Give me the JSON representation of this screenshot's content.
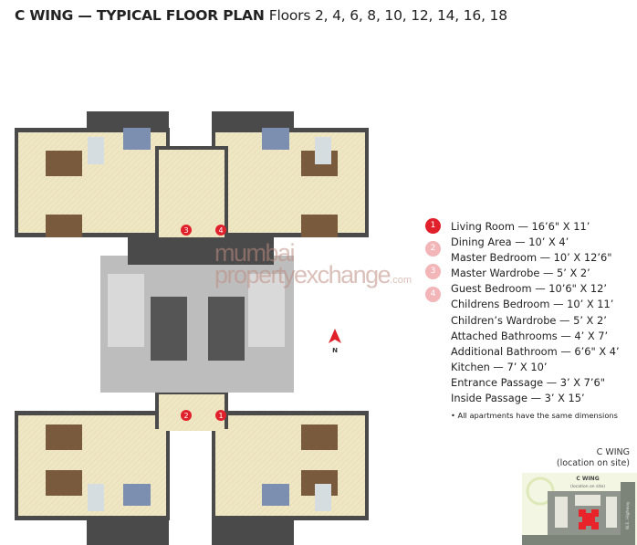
{
  "title": {
    "bold": "C WING — TYPICAL FLOOR PLAN",
    "floors": "Floors 2, 4, 6, 8, 10, 12, 14, 16, 18"
  },
  "plan": {
    "unit_markers": [
      "1",
      "2",
      "3",
      "4"
    ],
    "north_label": "N",
    "marker_color": "#e0202a"
  },
  "watermark": {
    "line1": "mumbai",
    "line2": "propertyexchange",
    "suffix": ".com"
  },
  "legend": {
    "markers": [
      {
        "label": "1",
        "color": "#e0202a"
      },
      {
        "label": "2",
        "color": "#f2b5b8"
      },
      {
        "label": "3",
        "color": "#f2b5b8"
      },
      {
        "label": "4",
        "color": "#f2b5b8"
      }
    ],
    "items": [
      "Living Room — 16’6\" X 11’",
      "Dining Area — 10’ X 4’",
      "Master Bedroom — 10’ X 12’6\"",
      "Master Wardrobe — 5’ X 2’",
      "Guest Bedroom — 10’6\" X 12’",
      "Childrens Bedroom — 10’ X 11’",
      "Children’s Wardrobe — 5’ X 2’",
      "Attached Bathrooms — 4’ X 7’",
      "Additional Bathroom — 6’6\" X 4’",
      "Kitchen — 7’ X 10’",
      "Entrance Passage — 3’ X 7’6\"",
      "Inside Passage — 3’ X 15’"
    ],
    "note": "• All apartments have the same dimensions"
  },
  "site_map": {
    "label_line1": "C WING",
    "label_line2": "(location on site)",
    "inner_label1": "C WING",
    "inner_label2": "(location on site)",
    "road_label": "W.E. Highway",
    "highlight_color": "#e8232a"
  }
}
